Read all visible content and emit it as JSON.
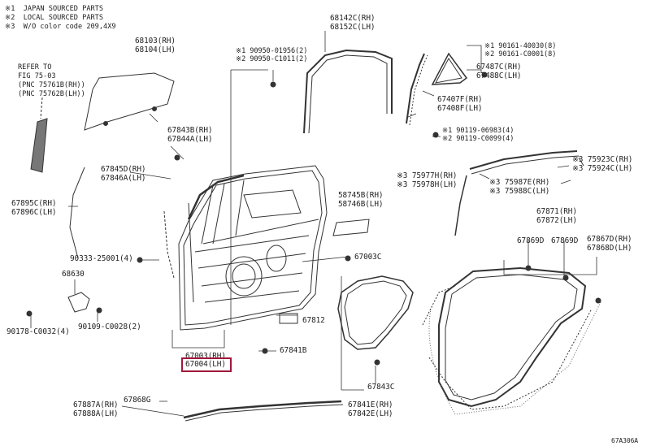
{
  "notes": {
    "n1": "※1  JAPAN SOURCED PARTS",
    "n2": "※2  LOCAL SOURCED PARTS",
    "n3": "※3  W/O color code 209,4X9"
  },
  "refer": {
    "l1": "REFER TO",
    "l2": "FIG 75-03",
    "l3": "(PNC 75761B(RH))",
    "l4": "(PNC 75762B(LH))"
  },
  "labels": {
    "p68103": "68103(RH)\n68104(LH)",
    "p90950": "※1 90950-01956(2)\n※2 90950-C1011(2)",
    "p68142": "68142C(RH)\n68152C(LH)",
    "p90161": "※1 90161-40030(8)\n※2 90161-C0001(8)",
    "p67487": "67487C(RH)\n67488C(LH)",
    "p67407": "67407F(RH)\n67408F(LH)",
    "p90119": "※1 90119-06983(4)\n※2 90119-C0099(4)",
    "p67843": "67843B(RH)\n67844A(LH)",
    "p67845": "67845D(RH)\n67846A(LH)",
    "p75923": "※3 75923C(RH)\n※3 75924C(LH)",
    "p75977": "※3 75977H(RH)\n※3 75978H(LH)",
    "p75987": "※3 75987E(RH)\n※3 75988C(LH)",
    "p67895": "67895C(RH)\n67896C(LH)",
    "p58745": "58745B(RH)\n58746B(LH)",
    "p67871": "67871(RH)\n67872(LH)",
    "p67869a": "67869D",
    "p67869b": "67869D",
    "p67867": "67867D(RH)\n67868D(LH)",
    "p90333": "90333-25001(4)",
    "p67003": "67003C",
    "p68630": "68630",
    "p90178": "90178-C0032(4)",
    "p90109": "90109-C0028(2)",
    "p67812": "67812",
    "p67003rh": "67003(RH)",
    "p67004": "67004(LH)",
    "p67841b": "67841B",
    "p67843c": "67843C",
    "p67841e": "67841E(RH)\n67842E(LH)",
    "p67887": "67887A(RH)\n67888A(LH)",
    "p67868g": "67868G",
    "figcode": "67A306A"
  },
  "highlight_color": "#a3173a"
}
